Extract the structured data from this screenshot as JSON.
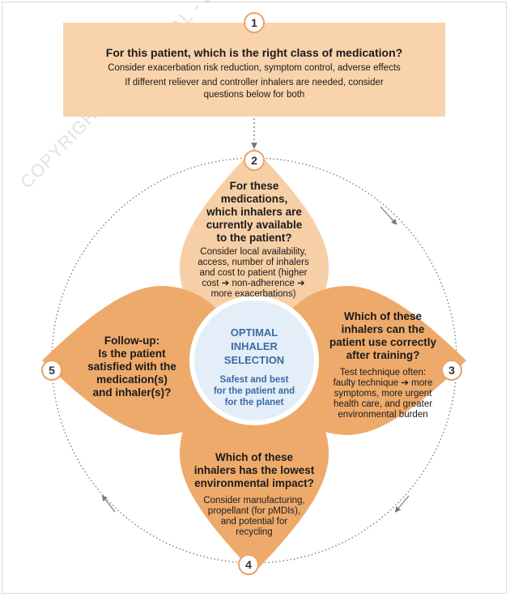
{
  "step1": {
    "number": "1",
    "question": "For this patient, which is the right class of medication?",
    "line1": "Consider exacerbation risk reduction, symptom control, adverse effects",
    "line2": "If different reliever and controller inhalers are needed, consider",
    "line3": "questions below for both"
  },
  "step2": {
    "number": "2",
    "question": [
      "For these",
      "medications,",
      "which inhalers are",
      "currently available",
      "to the patient?"
    ],
    "detail": [
      "Consider local availability,",
      "access, number of inhalers",
      "and cost to patient (higher",
      "cost ➔ non-adherence ➔",
      "more exacerbations)"
    ]
  },
  "step3": {
    "number": "3",
    "question": [
      "Which of these",
      "inhalers can the",
      "patient use correctly",
      "after training?"
    ],
    "detail": [
      "Test technique often:",
      "faulty technique ➔ more",
      "symptoms, more urgent",
      "health care, and greater",
      "environmental burden"
    ]
  },
  "step4": {
    "number": "4",
    "question": [
      "Which of these",
      "inhalers has the lowest",
      "environmental impact?"
    ],
    "detail": [
      "Consider manufacturing,",
      "propellant (for pMDIs),",
      "and potential for",
      "recycling"
    ]
  },
  "step5": {
    "number": "5",
    "question": [
      "Follow-up:",
      "Is the patient",
      "satisfied with the",
      "medication(s)",
      "and inhaler(s)?"
    ]
  },
  "center": {
    "title": [
      "OPTIMAL",
      "INHALER",
      "SELECTION"
    ],
    "subtitle": [
      "Safest and best",
      "for the patient and",
      "for the planet"
    ]
  },
  "watermark": "COPYRIGHTED MATERIAL - DO NOT COPY OR DISTRIBUTE",
  "colors": {
    "box": "#f9d3ac",
    "petal_top": "#f7cfa6",
    "petal": "#eeaa6b",
    "badge_border": "#e8a465",
    "center_fill": "#e4eef8",
    "center_text": "#3d6aa3"
  }
}
